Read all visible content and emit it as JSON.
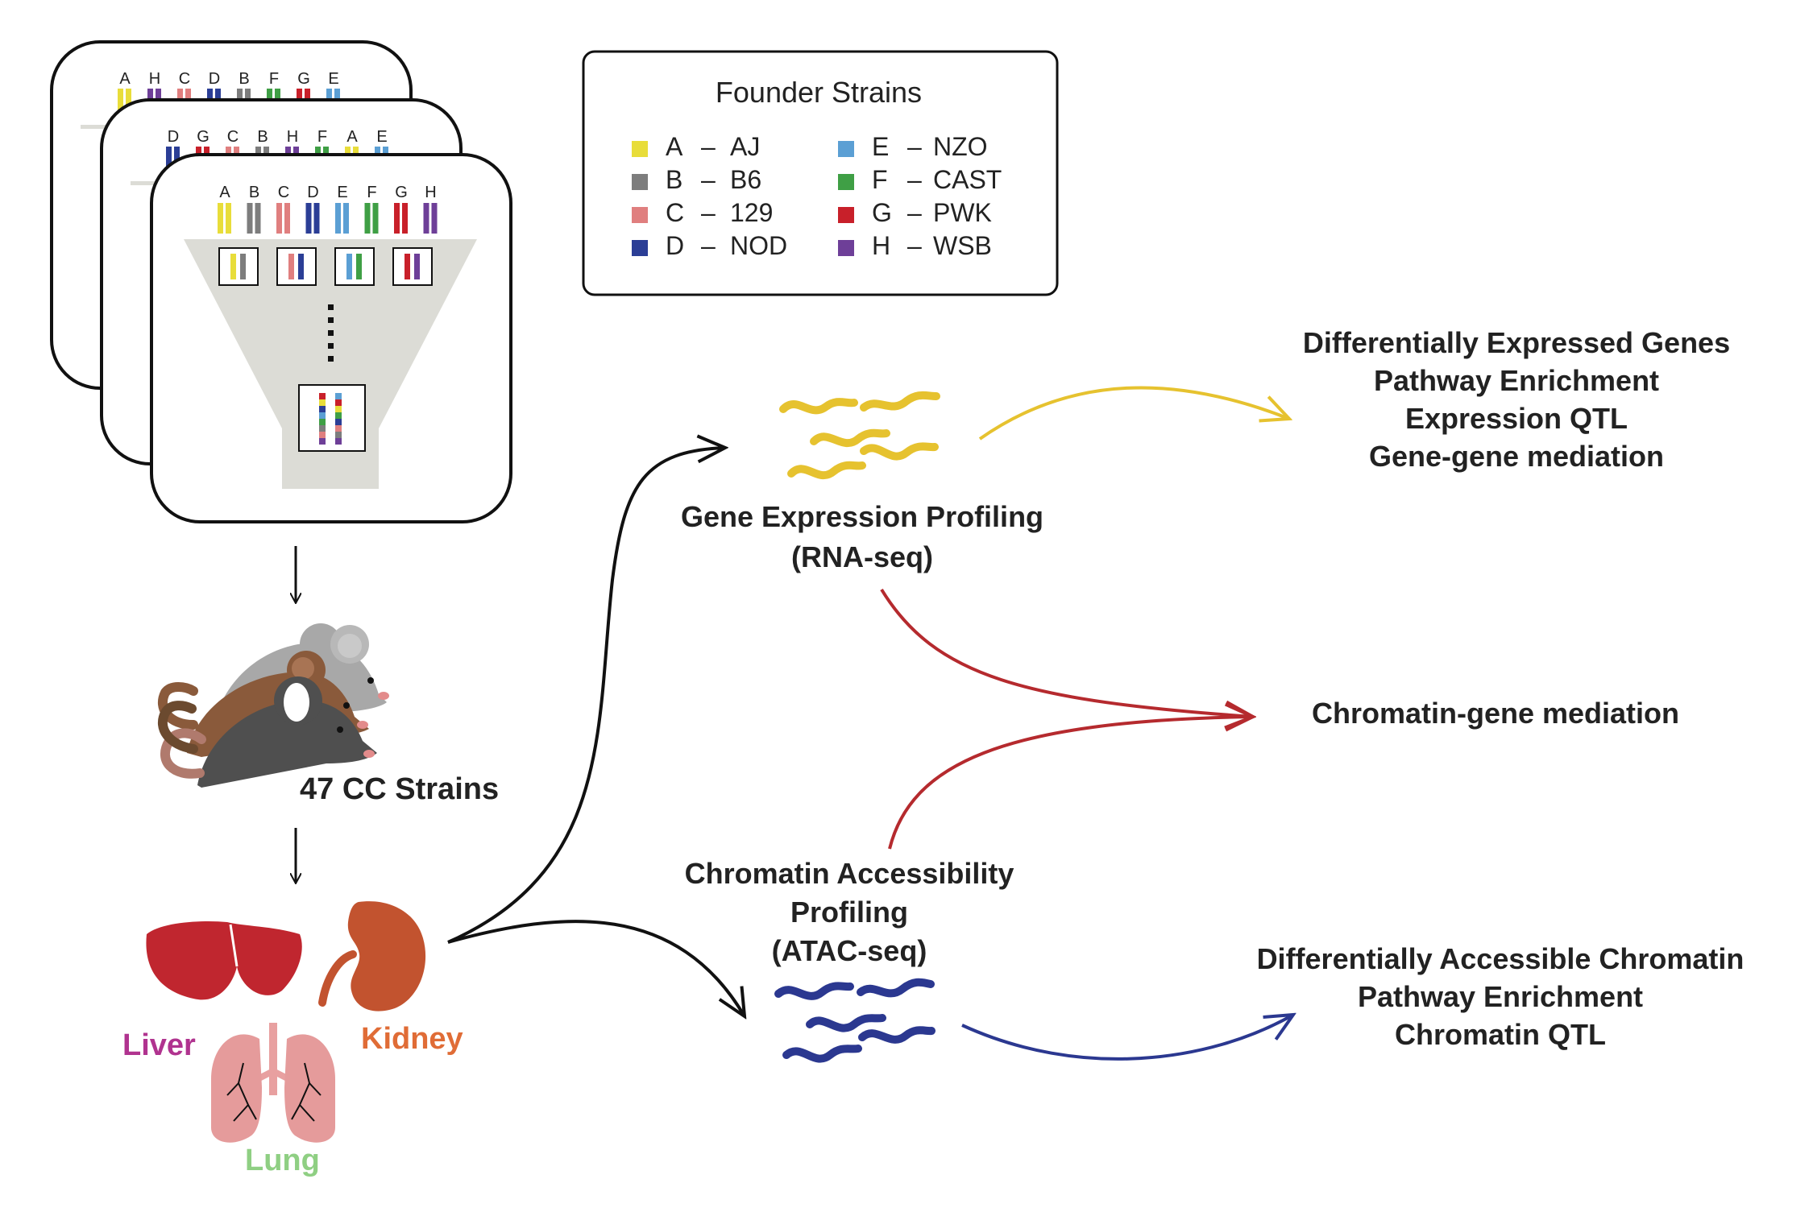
{
  "legend": {
    "title": "Founder Strains",
    "entries": [
      {
        "letter": "A",
        "name": "AJ",
        "color": "#e8dd3a"
      },
      {
        "letter": "B",
        "name": "B6",
        "color": "#7d7d7d"
      },
      {
        "letter": "C",
        "name": "129",
        "color": "#e07f7f"
      },
      {
        "letter": "D",
        "name": "NOD",
        "color": "#2b3e96"
      },
      {
        "letter": "E",
        "name": "NZO",
        "color": "#5b9fd4"
      },
      {
        "letter": "F",
        "name": "CAST",
        "color": "#3f9f45"
      },
      {
        "letter": "G",
        "name": "PWK",
        "color": "#c8202a"
      },
      {
        "letter": "H",
        "name": "WSB",
        "color": "#6e3f98"
      }
    ],
    "separator": "–"
  },
  "cards": {
    "back_order": [
      "A",
      "H",
      "C",
      "D",
      "B",
      "F",
      "G",
      "E"
    ],
    "middle_order": [
      "D",
      "G",
      "C",
      "B",
      "H",
      "F",
      "A",
      "E"
    ],
    "front_order": [
      "A",
      "B",
      "C",
      "D",
      "E",
      "F",
      "G",
      "H"
    ]
  },
  "cc_strains_label": "47 CC Strains",
  "tissues": {
    "liver": {
      "label": "Liver",
      "color": "#b0338f"
    },
    "kidney": {
      "label": "Kidney",
      "color": "#e06c36"
    },
    "lung": {
      "label": "Lung",
      "color": "#8fcf83"
    }
  },
  "rna": {
    "line1": "Gene Expression Profiling",
    "line2": "(RNA-seq)",
    "color": "#e6c22f"
  },
  "atac": {
    "line1": "Chromatin Accessibility",
    "line2": "Profiling",
    "line3": "(ATAC-seq)",
    "color": "#2b3890"
  },
  "rna_results": [
    "Differentially Expressed Genes",
    "Pathway Enrichment",
    "Expression QTL",
    "Gene-gene mediation"
  ],
  "mediation_label": "Chromatin-gene mediation",
  "mediation_color": "#b52a2e",
  "atac_results": [
    "Differentially Accessible Chromatin",
    "Pathway Enrichment",
    "Chromatin QTL"
  ]
}
